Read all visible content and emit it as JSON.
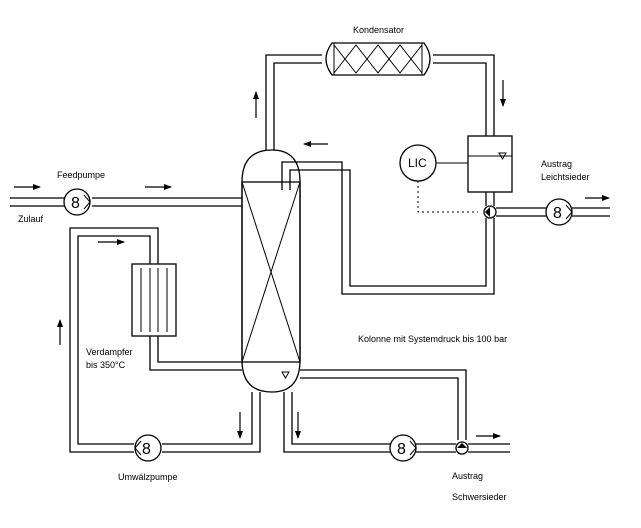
{
  "labels": {
    "kondensator": "Kondensator",
    "feedpumpe": "Feedpumpe",
    "zulauf": "Zulauf",
    "lic": "LIC",
    "austrag_leicht_1": "Austrag",
    "austrag_leicht_2": "Leichtsieder",
    "kolonne": "Kolonne mit Systemdruck bis 100 bar",
    "verdampfer_1": "Verdampfer",
    "verdampfer_2": "bis 350°C",
    "umwaelzpumpe": "Umwälzpumpe",
    "austrag_schwer_1": "Austrag",
    "austrag_schwer_2": "Schwersieder"
  }
}
